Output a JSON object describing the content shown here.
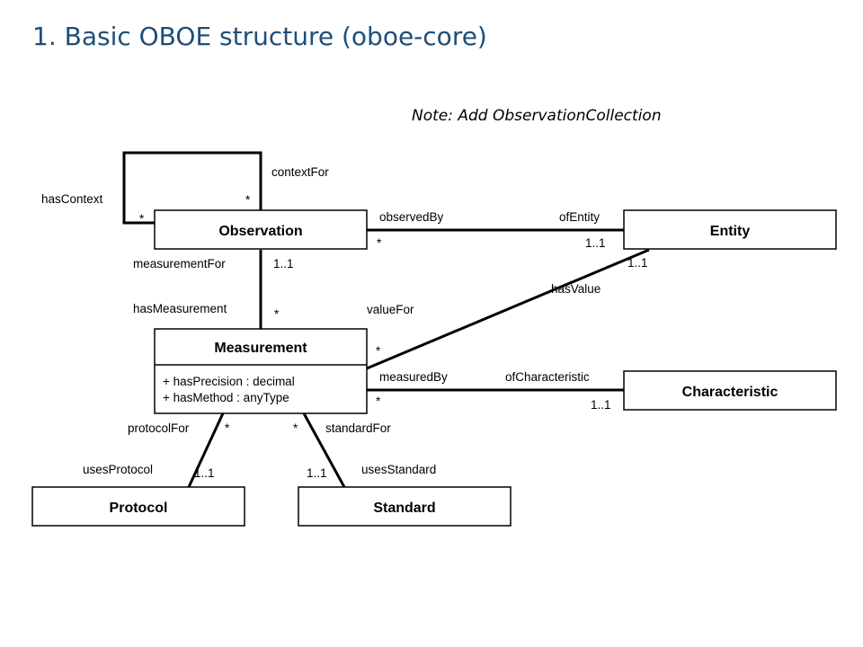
{
  "title": "1. Basic OBOE structure (oboe-core)",
  "note": "Note: Add ObservationCollection",
  "classes": {
    "observation": "Observation",
    "entity": "Entity",
    "measurement": "Measurement",
    "characteristic": "Characteristic",
    "protocol": "Protocol",
    "standard": "Standard"
  },
  "measurement_attributes": [
    "+ hasPrecision : decimal",
    "+ hasMethod : anyType"
  ],
  "roles": {
    "has_context": "hasContext",
    "context_for": "contextFor",
    "observed_by": "observedBy",
    "of_entity": "ofEntity",
    "measurement_for": "measurementFor",
    "has_measurement": "hasMeasurement",
    "value_for": "valueFor",
    "has_value": "hasValue",
    "measured_by": "measuredBy",
    "of_characteristic": "ofCharacteristic",
    "protocol_for": "protocolFor",
    "standard_for": "standardFor",
    "uses_protocol": "usesProtocol",
    "uses_standard": "usesStandard"
  },
  "multiplicities": {
    "context_left": "*",
    "context_top": "*",
    "obs_entity_obs": "*",
    "obs_entity_entity": "1..1",
    "obs_meas_obs": "1..1",
    "obs_meas_meas": "*",
    "entity_meas_entity": "1..1",
    "entity_meas_meas": "*",
    "meas_char_meas": "*",
    "meas_char_char": "1..1",
    "meas_prot_meas": "*",
    "meas_prot_prot": "1..1",
    "meas_std_meas": "*",
    "meas_std_std": "1..1"
  }
}
